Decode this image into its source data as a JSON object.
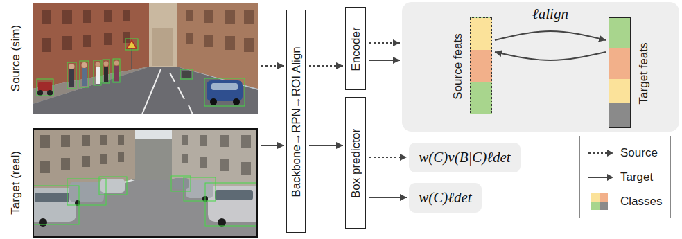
{
  "diagram": {
    "nodes": [
      {
        "text": [
          "Source (sim)"
        ]
      },
      {
        "text": [
          "Target (real)"
        ]
      },
      {
        "text": [
          "Backbone→RPN→ROI Align"
        ]
      },
      {
        "text": [
          "Encoder"
        ]
      },
      {
        "text": [
          "Box predictor"
        ]
      },
      {
        "text": [
          "ℓalign"
        ]
      },
      {
        "text": [
          "Source feats"
        ],
        "in": 5
      },
      {
        "text": [
          "Target feats"
        ],
        "in": 5
      },
      {
        "text": [
          "w(C)v(B|C)ℓdet"
        ]
      },
      {
        "text": [
          "w(C)ℓdet"
        ]
      }
    ],
    "edges": [
      {
        "from": 0,
        "to": 2,
        "arrow": "to"
      },
      {
        "from": 1,
        "to": 2,
        "arrow": "to"
      },
      {
        "from": 2,
        "to": 3,
        "arrow": "to"
      },
      {
        "from": 2,
        "to": 4,
        "arrow": "to"
      },
      {
        "from": 3,
        "to": 5,
        "arrow": "to"
      },
      {
        "from": 3,
        "to": 5,
        "arrow": "to"
      },
      {
        "from": 6,
        "to": 7,
        "arrow": "to"
      },
      {
        "from": 7,
        "to": 6,
        "arrow": "to"
      },
      {
        "from": 4,
        "to": 8,
        "arrow": "to"
      },
      {
        "from": 4,
        "to": 9,
        "arrow": "to"
      }
    ],
    "legend": [
      {
        "text": "Source"
      },
      {
        "text": "Target"
      },
      {
        "text": "Classes"
      }
    ]
  }
}
